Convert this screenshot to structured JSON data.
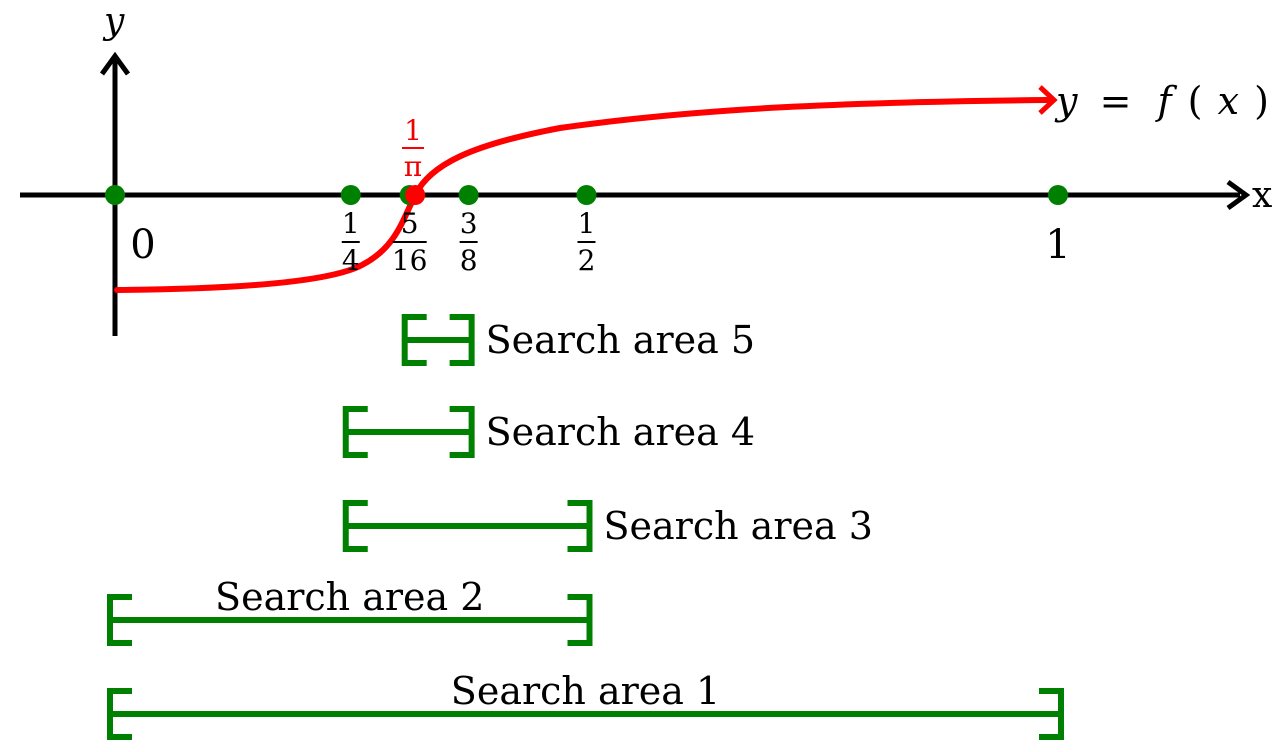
{
  "axes": {
    "x_label": "x",
    "y_label": "y"
  },
  "curve": {
    "label_y": "y",
    "label_eq": "=",
    "label_f": "f",
    "label_open": "(",
    "label_x": "x",
    "label_close": ")",
    "color": "#ff0000"
  },
  "root": {
    "num": "1",
    "den": "π",
    "value": 0.3183,
    "color": "#ff0000"
  },
  "points": [
    {
      "value": 0,
      "kind": "int",
      "text": "0"
    },
    {
      "value": 0.25,
      "kind": "frac",
      "num": "1",
      "den": "4"
    },
    {
      "value": 0.3125,
      "kind": "frac",
      "num": "5",
      "den": "16"
    },
    {
      "value": 0.375,
      "kind": "frac",
      "num": "3",
      "den": "8"
    },
    {
      "value": 0.5,
      "kind": "frac",
      "num": "1",
      "den": "2"
    },
    {
      "value": 1,
      "kind": "int",
      "text": "1"
    }
  ],
  "point_color": "#008000",
  "search_areas": [
    {
      "label": "Search area 5",
      "from": 0.3125,
      "to": 0.375,
      "label_pos": "right"
    },
    {
      "label": "Search area 4",
      "from": 0.25,
      "to": 0.375,
      "label_pos": "right"
    },
    {
      "label": "Search area 3",
      "from": 0.25,
      "to": 0.5,
      "label_pos": "right"
    },
    {
      "label": "Search area 2",
      "from": 0,
      "to": 0.5,
      "label_pos": "above"
    },
    {
      "label": "Search area 1",
      "from": 0,
      "to": 1,
      "label_pos": "above"
    }
  ],
  "bracket_color": "#008000"
}
